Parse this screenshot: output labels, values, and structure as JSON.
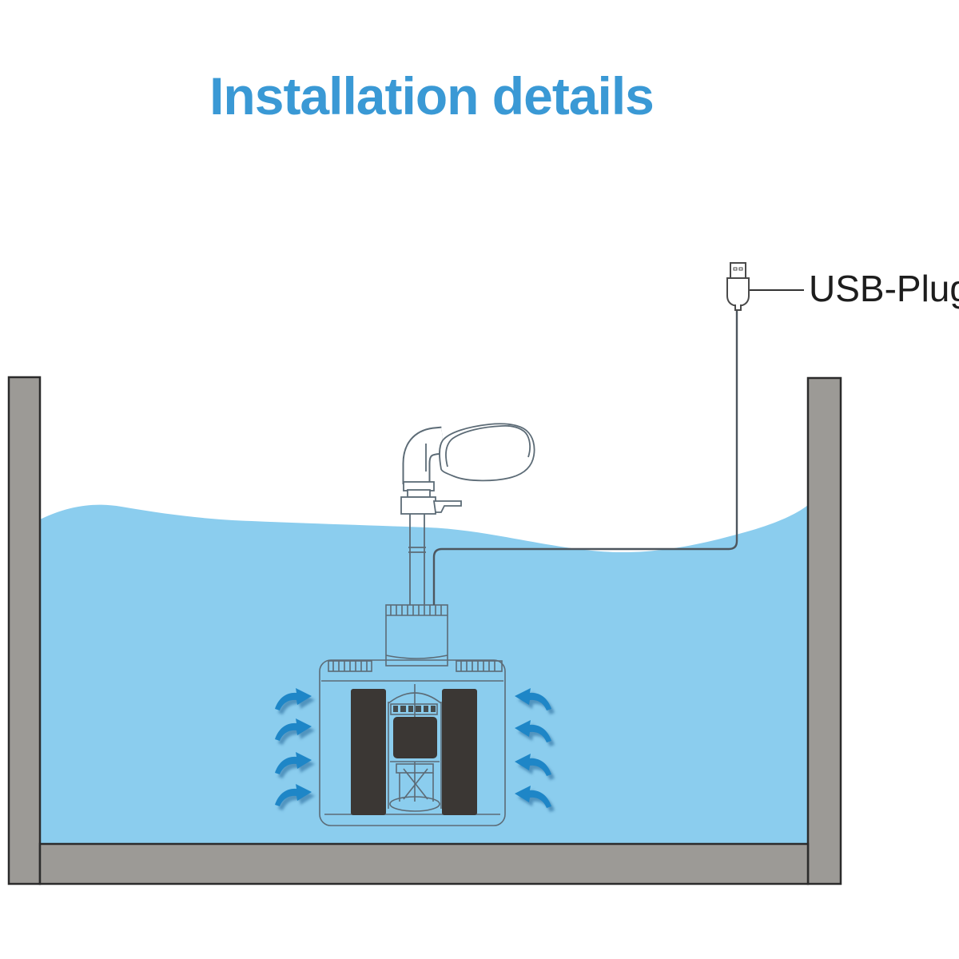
{
  "page": {
    "title": "Installation details",
    "background": "#ffffff"
  },
  "labels": {
    "usb_plug": "USB-Plug"
  },
  "colors": {
    "title": "#3a99d5",
    "water": "#8bcdee",
    "wall": "#9c9a96",
    "wall_border": "#2b2b2b",
    "arrow": "#1e86c7",
    "arrow_shadow": "#175c90",
    "filter_panel": "#3b3734",
    "motor": "#3b3734",
    "line_art": "#5c6b76",
    "cable": "#4d565e",
    "plug_line": "#4a4a4a",
    "label_text": "#1d1d1d"
  },
  "parts": [
    {
      "name": "usb-plug-icon",
      "meaning": "USB power plug"
    },
    {
      "name": "usb-cable",
      "meaning": "power cable from pump to USB plug"
    },
    {
      "name": "fountain-nozzle-icon",
      "meaning": "fountain spout above water line"
    },
    {
      "name": "flow-control-valve",
      "meaning": "flow adjuster on riser pipe"
    },
    {
      "name": "riser-pipe",
      "meaning": "pipe from pump to nozzle"
    },
    {
      "name": "pump-filter-unit",
      "meaning": "submerged filter pump box"
    },
    {
      "name": "filter-panel-left",
      "meaning": "dark filter media panel"
    },
    {
      "name": "filter-panel-right",
      "meaning": "dark filter media panel"
    },
    {
      "name": "water-flow-arrow-icon",
      "meaning": "water drawn into filter from both sides"
    },
    {
      "name": "tank",
      "meaning": "aquarium with water"
    }
  ]
}
